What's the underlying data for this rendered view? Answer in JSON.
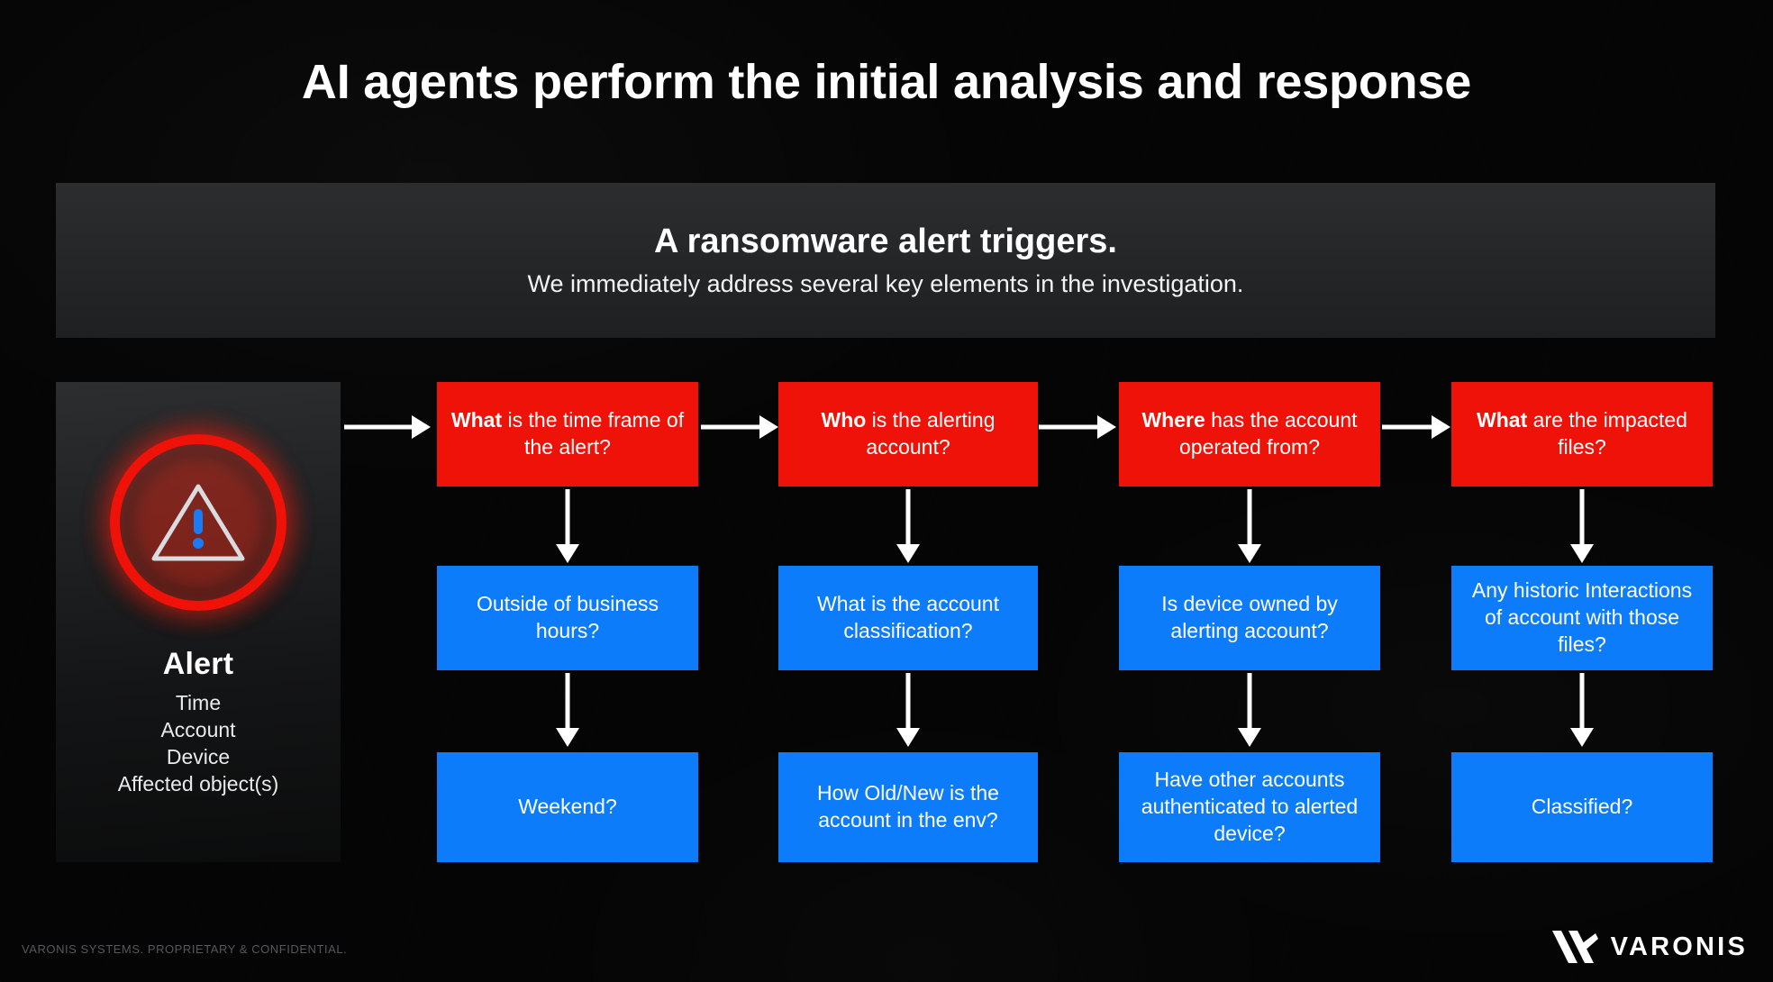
{
  "slide": {
    "title": "AI agents perform the initial analysis and response",
    "background_color": "#050505"
  },
  "banner": {
    "headline": "A ransomware alert triggers.",
    "subhead": "We immediately address several key elements in the investigation.",
    "background_color": "#26282a"
  },
  "alert_card": {
    "icon_name": "alert-triangle-icon",
    "ring_color": "#ee1208",
    "exclamation_color": "#1a7bf5",
    "title": "Alert",
    "fields": [
      "Time",
      "Account",
      "Device",
      "Affected object(s)"
    ]
  },
  "colors": {
    "red": "#ee1208",
    "blue": "#0c7cfb",
    "arrow": "#ffffff",
    "panel": "#26282a"
  },
  "flow": {
    "columns": [
      {
        "id": "time-frame",
        "question": {
          "lead": "What",
          "rest": " is the time frame of the alert?"
        },
        "followups": [
          "Outside of business hours?",
          "Weekend?"
        ]
      },
      {
        "id": "alerting-account",
        "question": {
          "lead": "Who",
          "rest": " is the alerting account?"
        },
        "followups": [
          "What is the account classification?",
          "How Old/New is the account in the env?"
        ]
      },
      {
        "id": "account-origin",
        "question": {
          "lead": "Where",
          "rest": " has the account operated from?"
        },
        "followups": [
          "Is device owned by alerting account?",
          "Have other accounts authenticated to alerted device?"
        ]
      },
      {
        "id": "impacted-files",
        "question": {
          "lead": "What",
          "rest": " are the impacted files?"
        },
        "followups": [
          "Any historic Interactions of account with those files?",
          "Classified?"
        ]
      }
    ]
  },
  "footer": {
    "confidentiality": "VARONIS SYSTEMS. PROPRIETARY & CONFIDENTIAL.",
    "logo_word": "VARONIS",
    "logo_mark": "varonis-chevron-logo"
  }
}
